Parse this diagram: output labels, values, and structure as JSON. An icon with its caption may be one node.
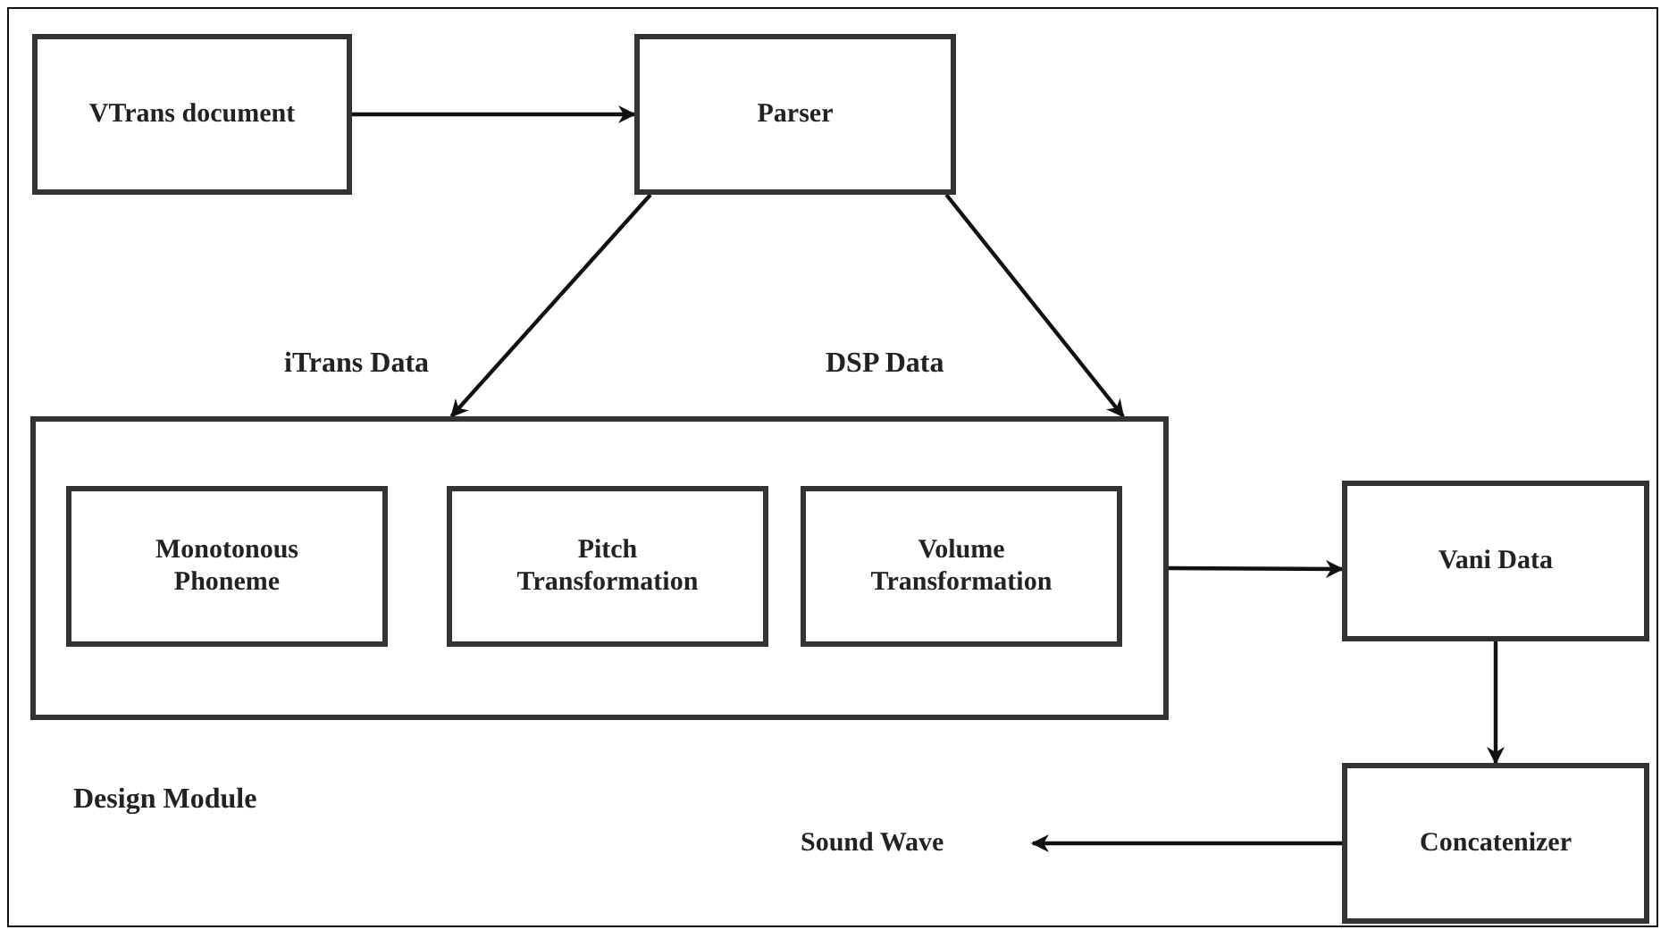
{
  "diagram": {
    "nodes": [
      {
        "text": [
          "VTrans document"
        ]
      },
      {
        "text": [
          "Parser"
        ]
      },
      {
        "text": [],
        "shape": "box",
        "beside": [
          "Design Module"
        ]
      },
      {
        "text": [
          "Monotonous Phoneme"
        ],
        "in": 2
      },
      {
        "text": [
          "Pitch Transformation"
        ],
        "in": 2
      },
      {
        "text": [
          "Volume Transformation"
        ],
        "in": 2
      },
      {
        "text": [
          "Vani Data"
        ]
      },
      {
        "text": [
          "Concatenizer"
        ]
      },
      {
        "text": [
          "Sound Wave"
        ]
      }
    ],
    "edges": [
      {
        "from": 0,
        "to": 1,
        "arrow": "to"
      },
      {
        "from": 1,
        "to": 2,
        "arrow": "to",
        "label": "iTrans Data"
      },
      {
        "from": 1,
        "to": 2,
        "arrow": "to",
        "label": "DSP Data"
      },
      {
        "from": 2,
        "to": 6,
        "arrow": "to"
      },
      {
        "from": 6,
        "to": 7,
        "arrow": "to"
      },
      {
        "from": 7,
        "to": 8,
        "arrow": "to"
      }
    ]
  }
}
